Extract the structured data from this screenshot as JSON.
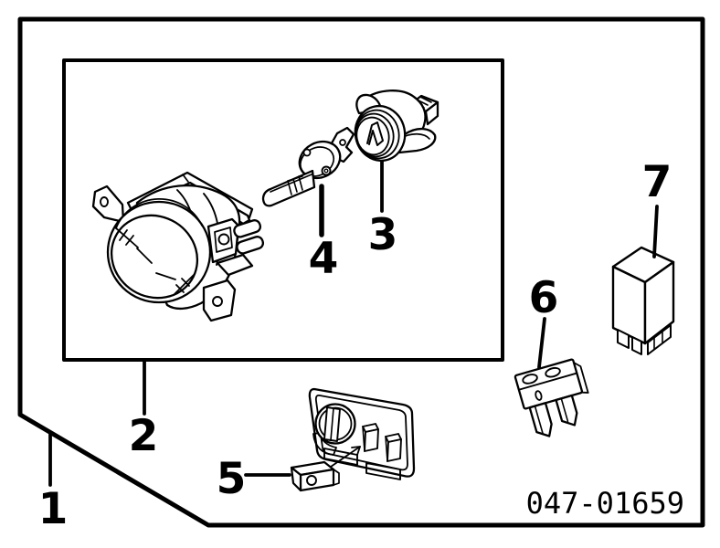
{
  "diagram": {
    "background_color": "#ffffff",
    "line_color": "#000000",
    "part_number": "047-01659",
    "callouts": [
      {
        "label": "1"
      },
      {
        "label": "2"
      },
      {
        "label": "3"
      },
      {
        "label": "4"
      },
      {
        "label": "5"
      },
      {
        "label": "6"
      },
      {
        "label": "7"
      }
    ]
  }
}
